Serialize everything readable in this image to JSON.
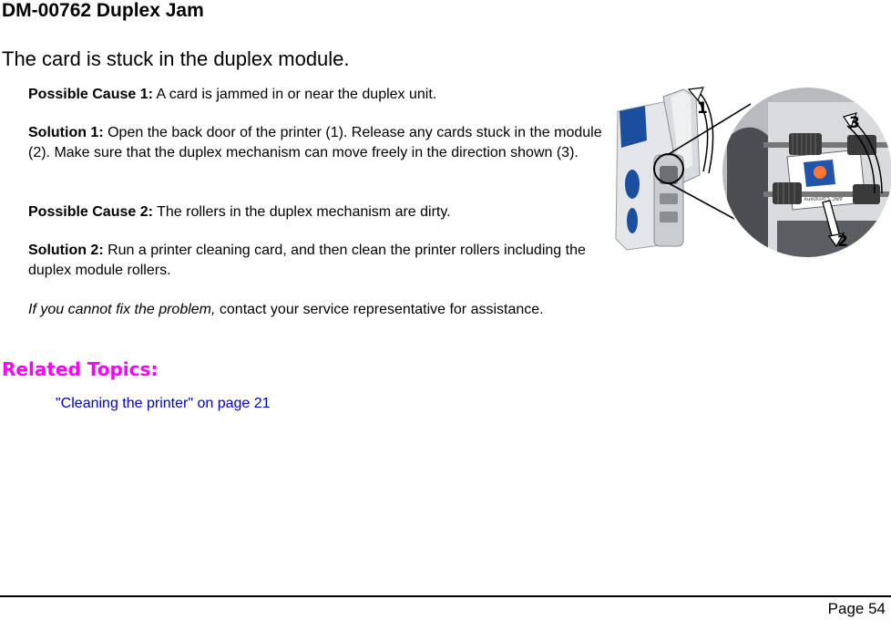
{
  "header": {
    "title": "DM-00762 Duplex Jam",
    "lead": "The card is stuck in the duplex module."
  },
  "content": {
    "cause1_label": "Possible Cause 1:",
    "cause1_text": " A card is jammed in or near the duplex unit.",
    "solution1_label": "Solution 1:",
    "solution1_text": " Open the back door of the printer (1). Release any cards stuck in the module (2). Make sure that the duplex mechanism can move freely in the direction shown (3).",
    "cause2_label": "Possible Cause 2:",
    "cause2_text": " The rollers in the duplex mechanism are dirty.",
    "solution2_label": "Solution 2:",
    "solution2_text": " Run a printer cleaning card, and then clean the printer rollers including the duplex module rollers.",
    "contact_italic": "If you cannot fix the problem,",
    "contact_text": " contact your service representative for assistance."
  },
  "related": {
    "heading": "Related Topics:",
    "links": [
      "\"Cleaning the printer\" on page 21"
    ]
  },
  "illustration": {
    "callouts": [
      "1",
      "2",
      "3"
    ],
    "card_brand_text": "ABC Company",
    "colors": {
      "printer_blue": "#1a4fa0",
      "printer_gray": "#c9ccd0",
      "detail_gray": "#8a8d91",
      "roller_dark": "#3a3a3a"
    }
  },
  "footer": {
    "page_label": "Page 54"
  },
  "colors": {
    "related_heading": "#ff00ff",
    "link": "#0000cc"
  }
}
